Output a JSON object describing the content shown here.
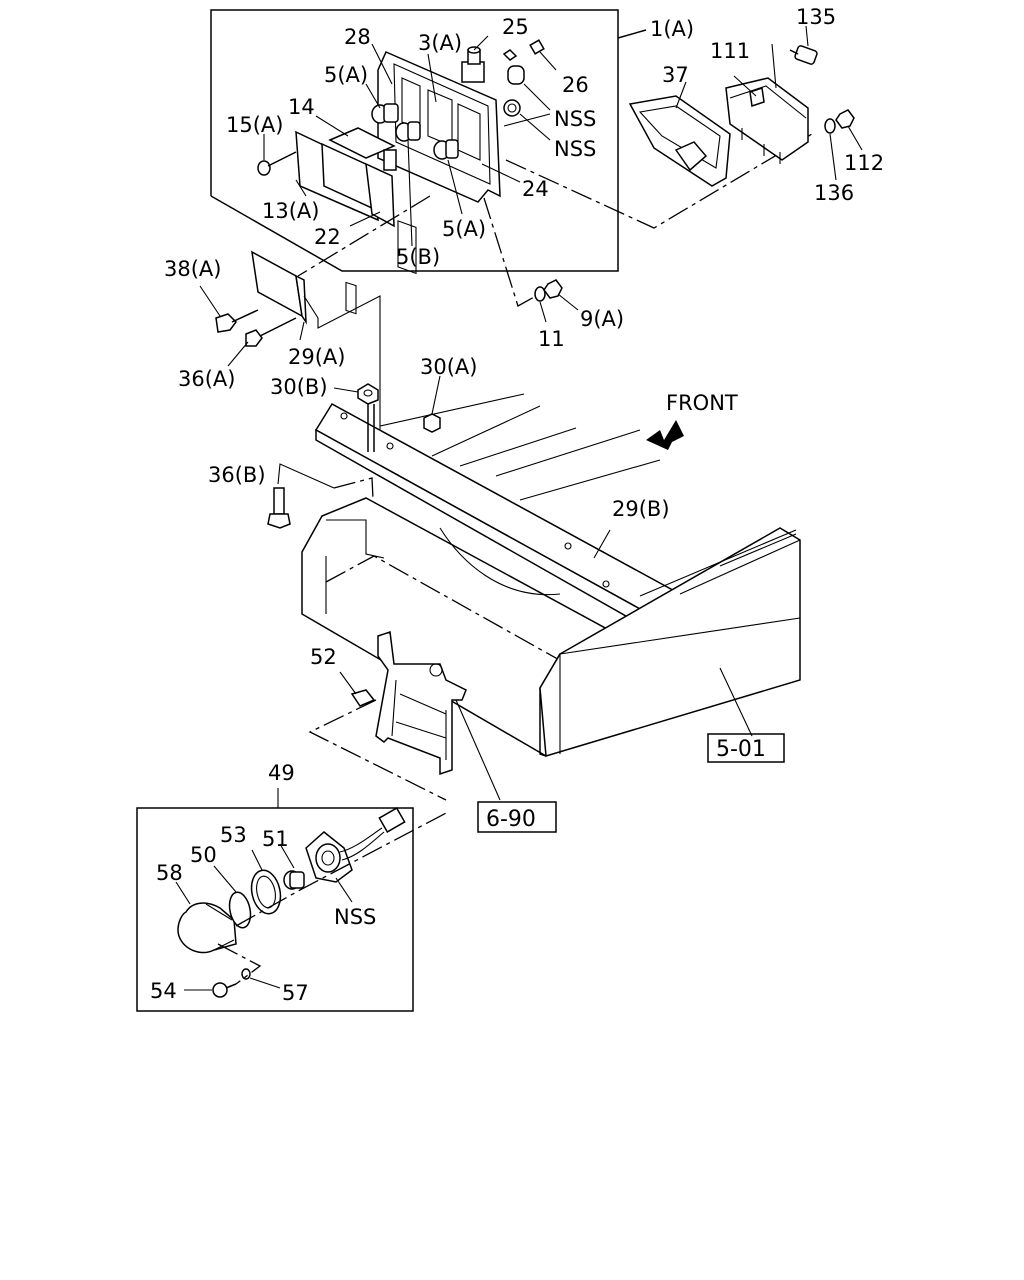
{
  "callouts": {
    "c1a": "1(A)",
    "c135": "135",
    "c111": "111",
    "c37": "37",
    "c112": "112",
    "c136": "136",
    "c28": "28",
    "c3a": "3(A)",
    "c25": "25",
    "c26": "26",
    "c5a_top": "5(A)",
    "c14": "14",
    "c15a": "15(A)",
    "nss_1": "NSS",
    "nss_2": "NSS",
    "c24": "24",
    "c13a": "13(A)",
    "c22": "22",
    "c5a_bottom": "5(A)",
    "c5b": "5(B)",
    "c38a": "38(A)",
    "c36a": "36(A)",
    "c29a": "29(A)",
    "c9a": "9(A)",
    "c11": "11",
    "c30b": "30(B)",
    "c30a": "30(A)",
    "c36b": "36(B)",
    "c29b": "29(B)",
    "c52": "52",
    "c49": "49",
    "c53": "53",
    "c51": "51",
    "c50": "50",
    "c58": "58",
    "nss_3": "NSS",
    "c54": "54",
    "c57": "57"
  },
  "references": {
    "ref_5_01": "5-01",
    "ref_6_90": "6-90"
  },
  "direction": {
    "front_label": "FRONT",
    "arrow_icon": "front-arrow-icon"
  }
}
